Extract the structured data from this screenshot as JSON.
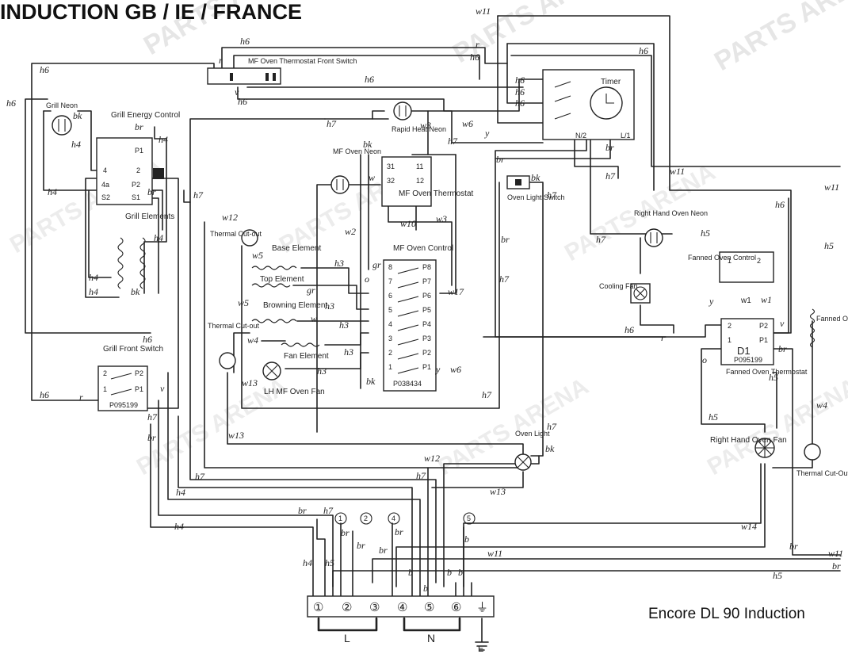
{
  "title": "INDUCTION GB / IE / FRANCE",
  "footer_model": "Encore DL 90 Induction",
  "watermark": "PARTS ARENA",
  "components": {
    "mf_thermostat_switch": "MF Oven Thermostat Front Switch",
    "grill_neon": "Grill Neon",
    "grill_energy_control": "Grill Energy Control",
    "grill_elements": "Grill Elements",
    "rapid_heat_neon": "Rapid Heat Neon",
    "mf_oven_neon": "MF Oven Neon",
    "mf_oven_thermostat": "MF Oven Thermostat",
    "mf_oven_control": "MF Oven Control",
    "mf_oven_control_part": "P038434",
    "timer": "Timer",
    "oven_light_switch": "Oven Light Switch",
    "rh_oven_neon": "Right Hand Oven Neon",
    "fanned_oven_control": "Fanned Oven Control",
    "cooling_fan": "Cooling Fan",
    "fanned_oven_thermostat": "Fanned Oven Thermostat",
    "fanned_thermostat_part": "P095199",
    "fanned_thermostat_d1": "D1",
    "fanned_oven_element": "Fanned Oven Element",
    "rh_oven_fan": "Right Hand Oven Fan",
    "thermal_cutout_right": "Thermal Cut-Out",
    "thermal_cutout_top": "Thermal Cut-out",
    "thermal_cutout_mid": "Thermal Cut-out",
    "base_element": "Base Element",
    "top_element": "Top Element",
    "browning_element": "Browning Element",
    "fan_element": "Fan Element",
    "lh_mf_oven_fan": "LH MF Oven Fan",
    "grill_front_switch": "Grill Front Switch",
    "grill_switch_part": "P095199",
    "oven_light": "Oven Light",
    "w1": "w1"
  },
  "terminal_block": {
    "terminals": [
      "①",
      "②",
      "③",
      "④",
      "⑤",
      "⑥",
      "⏚"
    ],
    "live_label": "L",
    "neutral_label": "N",
    "earth_label": "E"
  },
  "wire_tags": {
    "h6": "h6",
    "h4": "h4",
    "h5": "h5",
    "h7": "h7",
    "h3": "h3",
    "w3": "w3",
    "w4": "w4",
    "w5": "w5",
    "w6": "w6",
    "w10": "w10",
    "w11": "w11",
    "w12": "w12",
    "w13": "w13",
    "w14": "w14",
    "w17": "w17",
    "w2": "w2",
    "br": "br",
    "bk": "bk",
    "v": "v",
    "b": "b",
    "r": "r",
    "y": "y",
    "gr": "gr",
    "o": "o",
    "w": "w"
  },
  "pins": {
    "p1": "P1",
    "p2": "P2",
    "s1": "S1",
    "s2": "S2",
    "four": "4",
    "four_a": "4a",
    "two": "2",
    "one": "1",
    "n2": "N/2",
    "l1": "L/1",
    "p3": "P3",
    "p4": "P4",
    "p5": "P5",
    "p6": "P6",
    "p7": "P7",
    "p8": "P8",
    "t31": "31",
    "t32": "32",
    "t11": "11",
    "t12": "12",
    "c1": "1",
    "c2": "2",
    "c3": "3",
    "c4": "4",
    "c5": "5",
    "c6": "6",
    "c7": "7",
    "c8": "8"
  },
  "colors": {
    "ink": "#222222",
    "watermark": "#e6e6e6",
    "background": "#ffffff"
  }
}
